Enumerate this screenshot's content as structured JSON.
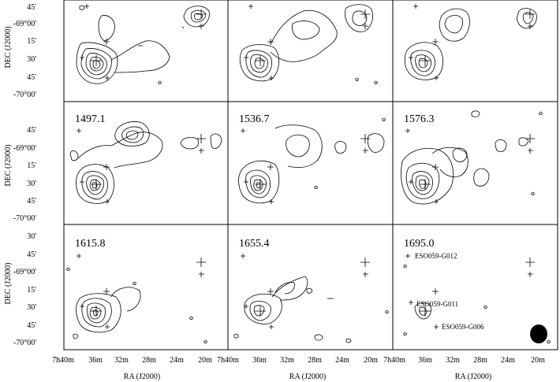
{
  "figure": {
    "panels": [
      {
        "id": "p1",
        "label": ""
      },
      {
        "id": "p2",
        "label": ""
      },
      {
        "id": "p3",
        "label": ""
      },
      {
        "id": "p4",
        "label": "1497.1"
      },
      {
        "id": "p5",
        "label": "1536.7"
      },
      {
        "id": "p6",
        "label": "1576.3"
      },
      {
        "id": "p7",
        "label": "1615.8"
      },
      {
        "id": "p8",
        "label": "1655.4"
      },
      {
        "id": "p9",
        "label": "1695.0"
      }
    ],
    "dec_axis_label": "DEC (J2000)",
    "ra_axis_label": "RA (J2000)",
    "dec_ticks_rows_1_2": [
      "45'",
      "-69°00'",
      "15'",
      "30'",
      "45'",
      "-70°00'"
    ],
    "dec_ticks_row_3": [
      "30'",
      "45'",
      "-69°00'",
      "15'",
      "30'",
      "45'",
      "-70°00'"
    ],
    "ra_ticks": [
      "7h40m",
      "36m",
      "32m",
      "28m",
      "24m",
      "20m"
    ],
    "galaxy_labels": [
      "ESO059-G012",
      "ESO059-G011",
      "ESO059-G006"
    ],
    "beam_color": "#000000"
  }
}
